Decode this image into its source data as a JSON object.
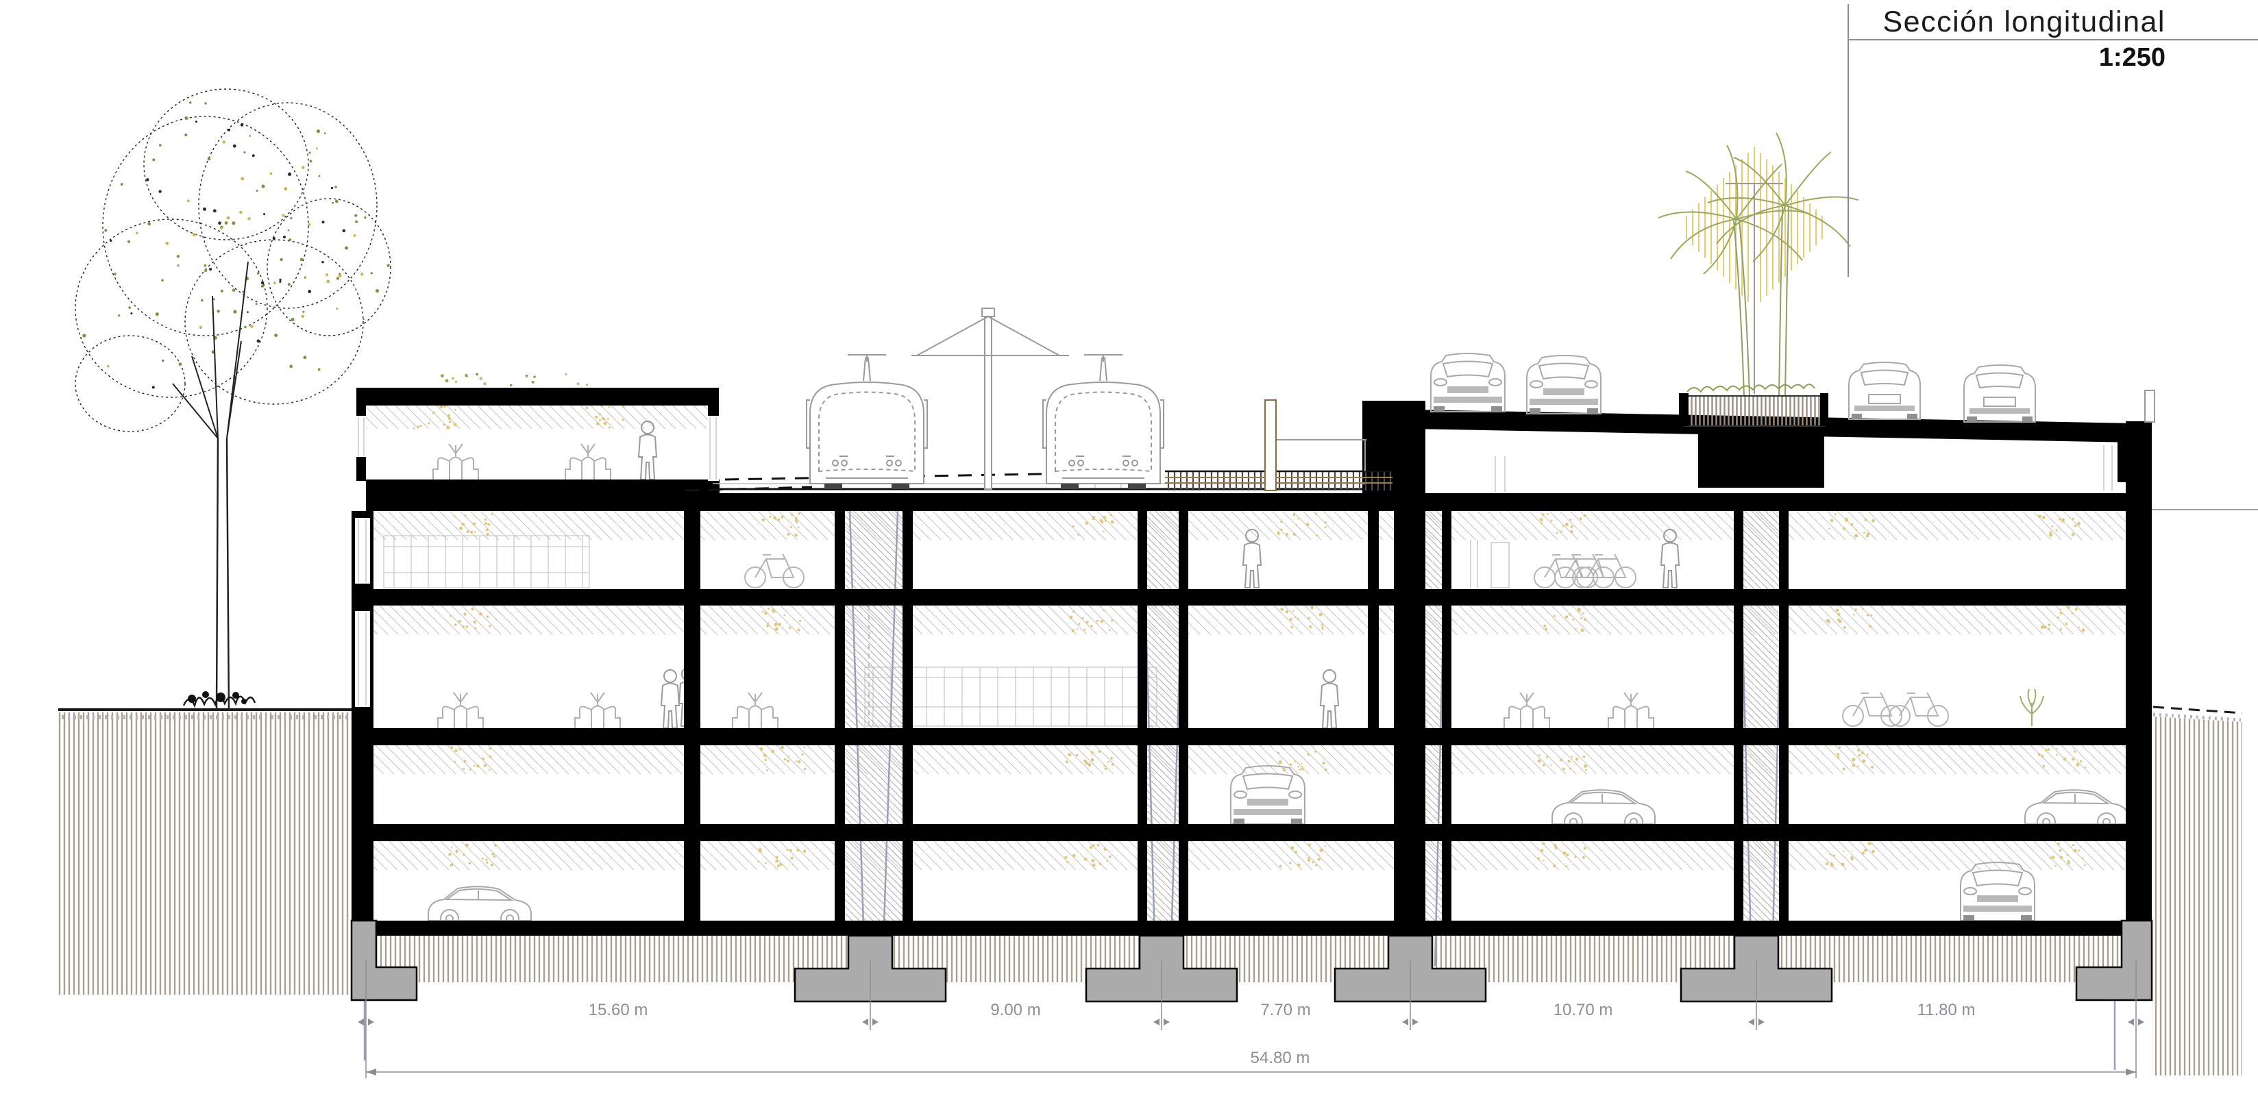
{
  "title_block": {
    "title": "Sección longitudinal",
    "scale": "1:250"
  },
  "dimensions": {
    "unit": "m",
    "segments": [
      {
        "label": "15.60 m",
        "value": 15.6
      },
      {
        "label": "9.00 m",
        "value": 9.0
      },
      {
        "label": "7.70 m",
        "value": 7.7
      },
      {
        "label": "10.70 m",
        "value": 10.7
      },
      {
        "label": "11.80 m",
        "value": 11.8
      }
    ],
    "total_label": "54.80 m",
    "total_value": 54.8
  },
  "colors": {
    "structure_black": "#000000",
    "earth_hatch": "#ab9e90",
    "ceiling_hatch": "#c6c6c6",
    "light_speckle_yellow": "#dfc87e",
    "furniture_gray": "#a8a8a8",
    "pile_blue_gray": "#97a0b4",
    "foundation_gray": "#ababab",
    "dimension_gray": "#8d8d95",
    "tree_green": "#7d8f45",
    "palm_green": "#9aa85a",
    "sun_fan_yellow": "#e2cf6e",
    "wood_brown": "#9c7b4f"
  },
  "depicted_elements": {
    "above_ground": [
      "large deciduous tree",
      "glass pavilion with plants and person",
      "two trams under catenary mast",
      "platform railing and timber post",
      "roof parking deck with four cars",
      "planter with two palm trees",
      "right parapet post"
    ],
    "basement_levels": [
      {
        "level": "-1",
        "items": [
          "storage shelving",
          "bicycles",
          "people",
          "glass partition"
        ]
      },
      {
        "level": "-2",
        "items": [
          "lounge chairs",
          "people",
          "long shelving wall",
          "bicycles",
          "plant"
        ]
      },
      {
        "level": "-3",
        "items": [
          "parked cars"
        ]
      },
      {
        "level": "-4",
        "items": [
          "parked cars"
        ]
      }
    ],
    "substructure": [
      "diaphragm walls",
      "piles",
      "footings",
      "earth hatch"
    ]
  }
}
